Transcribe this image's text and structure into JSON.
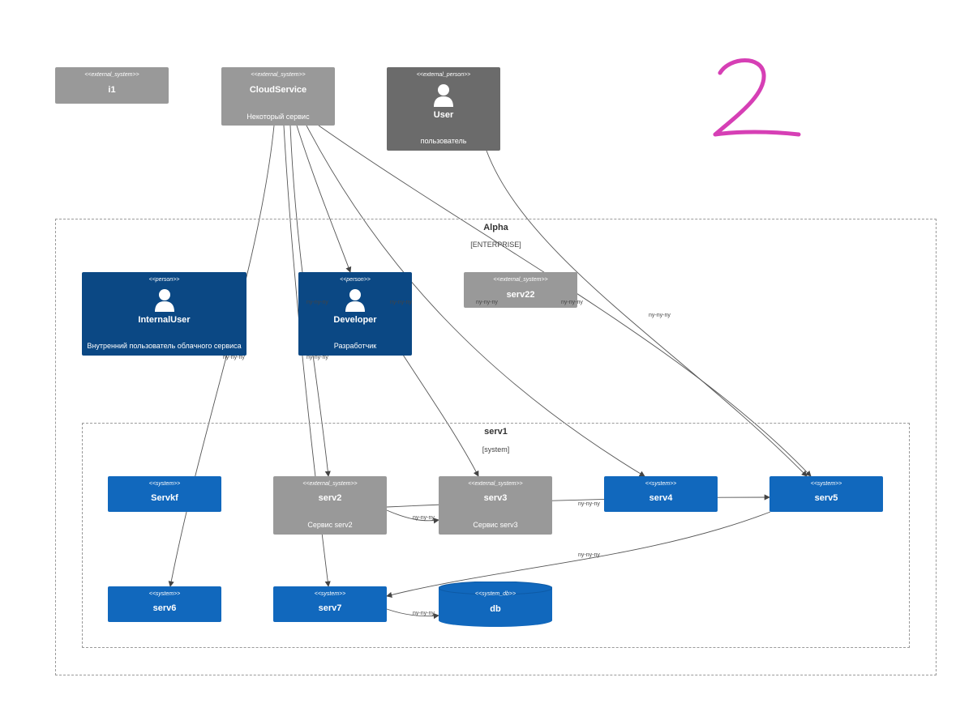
{
  "boundaries": {
    "alpha": {
      "title": "Alpha",
      "type": "[ENTERPRISE]"
    },
    "serv1": {
      "title": "serv1",
      "type": "[system]"
    }
  },
  "nodes": {
    "i1": {
      "stereo": "<<external_system>>",
      "name": "i1"
    },
    "cloud": {
      "stereo": "<<external_system>>",
      "name": "CloudService",
      "desc": "Некоторый сервис"
    },
    "user": {
      "stereo": "<<external_person>>",
      "name": "User",
      "desc": "пользователь"
    },
    "internaluser": {
      "stereo": "<<person>>",
      "name": "InternalUser",
      "desc": "Внутренний пользователь облачного сервиса"
    },
    "developer": {
      "stereo": "<<person>>",
      "name": "Developer",
      "desc": "Разработчик"
    },
    "serv22": {
      "stereo": "<<external_system>>",
      "name": "serv22"
    },
    "servkf": {
      "stereo": "<<system>>",
      "name": "Servkf"
    },
    "serv2": {
      "stereo": "<<external_system>>",
      "name": "serv2",
      "desc": "Сервис serv2"
    },
    "serv3": {
      "stereo": "<<external_system>>",
      "name": "serv3",
      "desc": "Сервис serv3"
    },
    "serv4": {
      "stereo": "<<system>>",
      "name": "serv4"
    },
    "serv5": {
      "stereo": "<<system>>",
      "name": "serv5"
    },
    "serv6": {
      "stereo": "<<system>>",
      "name": "serv6"
    },
    "serv7": {
      "stereo": "<<system>>",
      "name": "serv7"
    },
    "db": {
      "stereo": "<<system_db>>",
      "name": "db"
    }
  },
  "edge_labels": {
    "l1": "ny-ny-ny",
    "l2": "ny-ny-ny",
    "l3": "ny-ny-ny",
    "l4": "ny-ny-ny",
    "l5": "ny-ny-ny",
    "l6": "ny-ny-ny",
    "l7": "ny-ny-ny",
    "l8": "ny-ny-ny",
    "l9": "ny-ny-ny",
    "l10": "ny-ny-ny",
    "l11": "ny-ny-ny",
    "l12": "ny-ny-ny"
  },
  "annotation": {
    "handwritten_digit": "2"
  },
  "colors": {
    "external_system": "#999999",
    "external_person": "#6b6b6b",
    "person": "#0b4884",
    "system": "#1168bd",
    "edge": "#555555",
    "annotation": "#d63fb5"
  }
}
